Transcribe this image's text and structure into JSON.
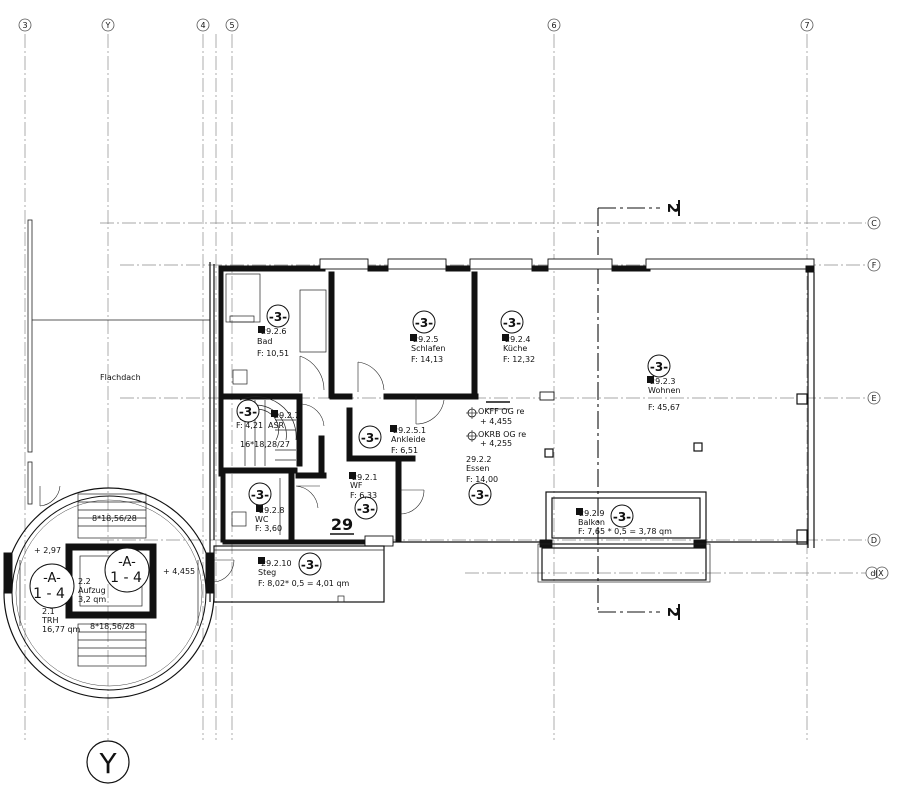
{
  "grid_axes": {
    "top": [
      "3",
      "Y",
      "4",
      "5",
      "6",
      "7"
    ],
    "right": [
      "C",
      "F",
      "E",
      "D",
      "d|X"
    ]
  },
  "section_marker": "2",
  "axis_label": "Y",
  "labels": {
    "roof": "Flachdach",
    "story_number": "29"
  },
  "level_tags": {
    "residential": "-3-",
    "stair": "-A-"
  },
  "rooms": [
    {
      "id": "29.2.6",
      "name": "Bad",
      "area": "F:  10,51"
    },
    {
      "id": "29.2.5",
      "name": "Schlafen",
      "area": "F:  14,13"
    },
    {
      "id": "29.2.4",
      "name": "Küche",
      "area": "F:  12,32"
    },
    {
      "id": "29.2.3",
      "name": "Wohnen",
      "area": "F:  45,67"
    },
    {
      "id": "29.2.7",
      "name": "ASR",
      "area": "F:  4,21"
    },
    {
      "id": "29.2.5.1",
      "name": "Ankleide",
      "area": "F:  6,51"
    },
    {
      "id": "29.2.1",
      "name": "WF",
      "area": "F:  6,33"
    },
    {
      "id": "29.2.8",
      "name": "WC",
      "area": "F:  3,60"
    },
    {
      "id": "29.2.2",
      "name": "Essen",
      "area": "F:  14,00"
    },
    {
      "id": "29.2.9",
      "name": "Balkon",
      "area": "F:  7,65 * 0,5 = 3,78 qm"
    },
    {
      "id": "29.2.10",
      "name": "Steg",
      "area": "F:  8,02* 0,5 = 4,01 qm"
    }
  ],
  "stairs": {
    "indoor": "16*18,28/27",
    "tower_top": "8*18,56/28",
    "tower_bottom": "8*18,56/28"
  },
  "levels": {
    "okff_label": "OKFF OG re",
    "okff_value": "+ 4,455",
    "okrb_label": "OKRB OG re",
    "okrb_value": "+ 4,255",
    "tower_left": "+ 2,97",
    "tower_right": "+ 4,455"
  },
  "tower": {
    "tag_top": "-A-",
    "range_left": "1 - 4",
    "range_right": "1 - 4",
    "elevator_id": "2.2",
    "elevator_name": "Aufzug",
    "elevator_area": "3,2 qm",
    "stair_id": "2.1",
    "stair_name": "TRH",
    "stair_area": "16,77 qm"
  }
}
